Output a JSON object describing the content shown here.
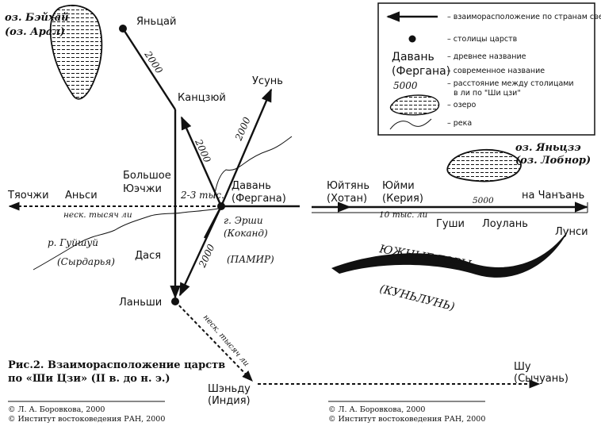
{
  "places": {
    "yantsai": "Яньцай",
    "kangju": "Канцзюй",
    "usun": "Усунь",
    "bolshoe_1": "Большое",
    "bolshoe_2": "Юэчжи",
    "tyaochzhi": "Тяочжи",
    "ansi": "Аньси",
    "davan": "Давань",
    "fergana": "(Фергана)",
    "ershi_1": "г. Эрши",
    "ershi_2": "(Коканд)",
    "pamir": "(ПАМИР)",
    "dasya": "Дася",
    "lanshi": "Ланьши",
    "shendu_1": "Шэньду",
    "shendu_2": "(Индия)",
    "yuityan_1": "Юйтянь",
    "yuityan_2": "(Хотан)",
    "yuimi_1": "Юйми",
    "yuimi_2": "(Керия)",
    "na_chanan": "на Чанъань",
    "gushi": "Гуши",
    "loulan": "Лоулань",
    "lunsi": "Лунси",
    "shu_1": "Шу",
    "shu_2": "(Сычуань)"
  },
  "lakes": {
    "beihai_1": "оз. Бэйхай",
    "beihai_2": "(оз. Арал)",
    "yantse_1": "оз. Яньцзэ",
    "yantse_2": "(оз. Лобнор)"
  },
  "rivers": {
    "guishui_1": "р. Гуйшуй",
    "guishui_2": "(Сырдарья)"
  },
  "mountains": {
    "south_1": "ЮЖНЫЕ ГОРЫ",
    "south_2": "(КУНЬЛУНЬ)"
  },
  "distances": {
    "yantsai_kangju": "2000",
    "kangju_davan": "2000",
    "davan_usun": "2000",
    "davan_lanshi": "2000",
    "davan_yuechzhi": "2-3 тыс.",
    "ansi": "неск. тысяч ли",
    "east": "10 тыс. ли",
    "east_5000": "5000",
    "lanshi_shendu": "неск. тысяч ли"
  },
  "legend": {
    "arrow": "– взаиморасположение по странам света",
    "capital": "– столицы царств",
    "name_1": "Давань",
    "name_2": "(Фергана)",
    "ancient": "– древнее название",
    "modern": "– современное название",
    "dist_sample": "5000",
    "distance_1": "– расстояние между столицами",
    "distance_2": "в ли по \"Ши цзи\"",
    "lake": "– озеро",
    "river": "– река"
  },
  "caption": {
    "line1": "Рис.2. Взаиморасположение царств",
    "line2": "по «Ши Цзи» (II в. до н. э.)"
  },
  "copyright": {
    "left_1": "© Л. А. Боровкова, 2000",
    "left_2": "© Институт востоковедения РАН, 2000",
    "right_1": "© Л. А. Боровкова, 2000",
    "right_2": "© Институт востоковедения РАН, 2000"
  }
}
